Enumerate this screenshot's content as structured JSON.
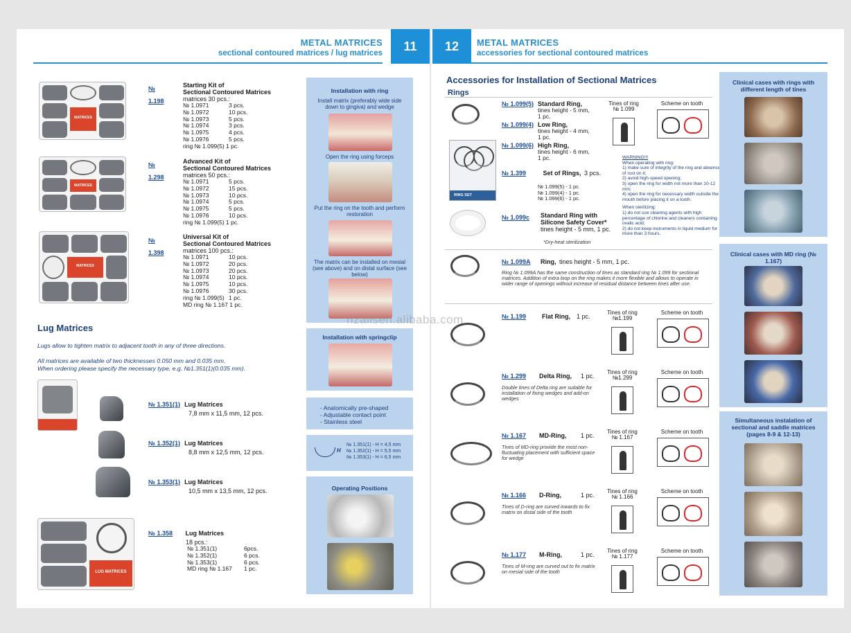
{
  "left": {
    "page_no": "11",
    "title": "METAL MATRICES",
    "subtitle": "sectional contoured matrices / lug matrices",
    "kits": [
      {
        "ref": "№ 1.198",
        "name1": "Starting Kit of",
        "name2": "Sectional Contoured Matrices",
        "count": "matrices 30 pcs.:",
        "items": [
          [
            "№ 1.0971",
            "3 pcs."
          ],
          [
            "№ 1.0972",
            "10 pcs."
          ],
          [
            "№ 1.0973",
            "5 pcs."
          ],
          [
            "№ 1.0974",
            "3 pcs."
          ],
          [
            "№ 1.0975",
            "4 pcs."
          ],
          [
            "№ 1.0976",
            "5 pcs."
          ]
        ],
        "extra": [
          "ring № 1.099(5) 1 pc."
        ]
      },
      {
        "ref": "№ 1.298",
        "name1": "Advanced Kit of",
        "name2": "Sectional Contoured Matrices",
        "count": "matrices 50 pcs.:",
        "items": [
          [
            "№ 1.0971",
            "5 pcs."
          ],
          [
            "№ 1.0972",
            "15 pcs."
          ],
          [
            "№ 1.0973",
            "10 pcs."
          ],
          [
            "№ 1.0974",
            "5 pcs."
          ],
          [
            "№ 1.0975",
            "5 pcs."
          ],
          [
            "№ 1.0976",
            "10 pcs."
          ]
        ],
        "extra": [
          "ring № 1.099(5) 1 pc."
        ]
      },
      {
        "ref": "№ 1.398",
        "name1": "Universal Kit of",
        "name2": "Sectional Contoured Matrices",
        "count": "matrices 100 pcs.:",
        "items": [
          [
            "№ 1.0971",
            "10 pcs."
          ],
          [
            "№ 1.0972",
            "20 pcs."
          ],
          [
            "№ 1.0973",
            "20 pcs."
          ],
          [
            "№ 1.0974",
            "10 pcs."
          ],
          [
            "№ 1.0975",
            "10 pcs."
          ],
          [
            "№ 1.0976",
            "30 pcs."
          ],
          [
            "ring № 1.099(5)",
            "1 pc."
          ]
        ],
        "extra": [
          "MD ring № 1.167 1 pc."
        ]
      }
    ],
    "kit_label": "MATRICES",
    "lug_heading": "Lug Matrices",
    "lug_note1": "Lugs allow to tighten matrix to adjacent tooth in any of three directions.",
    "lug_note2": "All matrices are available of two thicknesses 0.050 mm and 0.035 mm.",
    "lug_note3": "When ordering please specify the necessary type, e.g. №1.351(1)(0.035 mm).",
    "lugs": [
      {
        "ref": "№ 1.351(1)",
        "name": "Lug Matrices",
        "spec": "7,8 mm x 11,5 mm,    12 pcs."
      },
      {
        "ref": "№ 1.352(1)",
        "name": "Lug Matrices",
        "spec": "8,8 mm x 12,5 mm,    12 pcs."
      },
      {
        "ref": "№ 1.353(1)",
        "name": "Lug Matrices",
        "spec": "10,5 mm x 13,5 mm,   12 pcs."
      }
    ],
    "lug_kit": {
      "ref": "№ 1.358",
      "name": "Lug Matrices",
      "count": "18 pcs.:",
      "items": [
        [
          "№ 1.351(1)",
          "6pcs."
        ],
        [
          "№ 1.352(1)",
          "6 pcs."
        ],
        [
          "№ 1.353(1)",
          "6 pcs."
        ],
        [
          "MD ring № 1.167",
          "1 pc."
        ]
      ],
      "label": "LUG MATRICES"
    },
    "install": {
      "title": "Installation with ring",
      "s1": "Install matrix (preferably wide side down to gingiva) and wedge",
      "s2": "Open the ring using forceps",
      "s3": "Put the ring on the tooth and perform restoration",
      "s4": "The matrix can be installed on mesial (see above) and on distal surface (see below)"
    },
    "spring": {
      "title": "Installation with springclip"
    },
    "features": [
      "- Anatomically pre-shaped",
      "- Adjustable contact point",
      "- Stainless steel"
    ],
    "heights": [
      "№ 1.351(1) - H = 4,5 mm",
      "№ 1.352(1) - H = 5,5 mm",
      "№ 1.353(1) - H = 6,5 mm"
    ],
    "height_symbol": "H",
    "operating": "Operating Positions"
  },
  "right": {
    "page_no": "12",
    "title": "METAL MATRICES",
    "subtitle": "accessories for sectional contoured matrices",
    "heading": "Accessories for Installation of Sectional Matrices",
    "rings_label": "Rings",
    "tines_label": "Tines of ring",
    "scheme_label": "Scheme on tooth",
    "r1": [
      {
        "ref": "№ 1.099(5)",
        "name": "Standard Ring,",
        "d1": "tines height - 5 mm,",
        "d2": "1 pc."
      },
      {
        "ref": "№ 1.099(4)",
        "name": "Low Ring,",
        "d1": "tines height - 4 mm,",
        "d2": "1 pc."
      },
      {
        "ref": "№ 1.099(6)",
        "name": "High Ring,",
        "d1": "tines height - 6 mm,",
        "d2": "1 pc."
      }
    ],
    "tines_1099": "№ 1.099",
    "set": {
      "ref": "№ 1.399",
      "name": "Set of Rings,",
      "count": "3 pcs.",
      "items": [
        "№ 1.099(5) -  1 pc.",
        "№ 1.099(4) -  1 pc.",
        "№ 1.099(6) -  1 pc."
      ],
      "box": "RING SET"
    },
    "cover": {
      "ref": "№ 1.099c",
      "name1": "Standard Ring with",
      "name2": "Silicone Safety Cover*",
      "spec": "tines height - 5 mm,  1 pc.",
      "note": "*Dry-heat sterilization"
    },
    "warning": [
      "WARNING!!!",
      "When operating with ring:",
      "1) make sure of integrity of the ring and absence of rust on it;",
      "2) avoid high-speed opening;",
      "3) open the ring for width not more than 10-12 mm;",
      "4) open the ring for necessary width outside the mouth before placing it on a tooth.",
      "When sterilizing:",
      "1) do not use cleaning agents with high percentage of chlorine and cleaners containing oxalic acid;",
      "2) do not keep instruments in liquid medium for more than 3 hours."
    ],
    "r1099a": {
      "ref": "№ 1.099A",
      "name": "Ring,",
      "spec": "tines height - 5 mm, 1 pc.",
      "note": "Ring № 1.099A has the same construction of tines as standard ring № 1.099 for sectional matrices. Addition of extra loop on the ring makes it more flexible and allows to operate in wider range of openings without increase of residual distance between tines after use."
    },
    "rings": [
      {
        "ref": "№ 1.199",
        "name": "Flat Ring,",
        "pc": "1 pc.",
        "tines": "№1.199",
        "note": ""
      },
      {
        "ref": "№ 1.299",
        "name": "Delta Ring,",
        "pc": "1 pc.",
        "tines": "№1.299",
        "note": "Double tines of Delta ring are suitable for installation of fixing wedges and add-on wedges"
      },
      {
        "ref": "№ 1.167",
        "name": "MD-Ring,",
        "pc": "1 pc.",
        "tines": "№ 1.167",
        "note": "Tines of MD-ring provide the most non-fluctuating placement with sufficient space for wedge"
      },
      {
        "ref": "№ 1.166",
        "name": "D-Ring,",
        "pc": "1 pc.",
        "tines": "№ 1.166",
        "note": "Tines of D-ring are curved inwards to fix matrix on distal side of the tooth"
      },
      {
        "ref": "№ 1.177",
        "name": "M-Ring,",
        "pc": "1 pc.",
        "tines": "№ 1.177",
        "note": "Tines of M-ring are curved out to fix matrix on mesial  side of the tooth"
      }
    ],
    "side1": "Clinical cases with rings with different length of tines",
    "side2": "Clinical cases with MD ring (№ 1.167)",
    "side3": "Simultaneous instalation of sectional and saddle matrices (pages 8-9 & 12-13)",
    "watermark": "hzalisen.alibaba.com"
  }
}
